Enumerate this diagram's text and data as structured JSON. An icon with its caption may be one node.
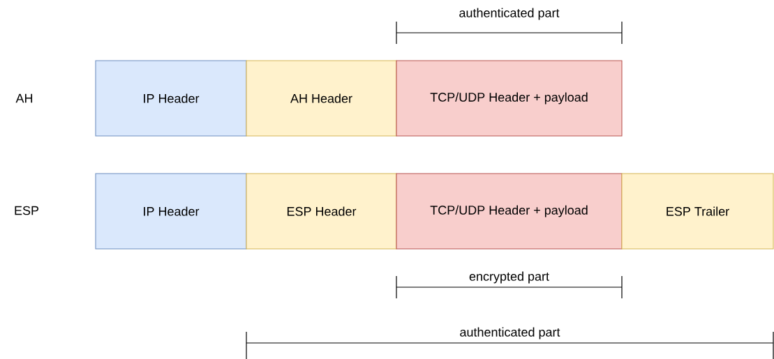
{
  "diagram": {
    "nodes": [
      {
        "text": [
          "IP Header"
        ]
      },
      {
        "text": [
          "AH Header"
        ]
      },
      {
        "text": [
          "TCP/UDP Header + payload"
        ]
      },
      {
        "text": [
          "IP Header"
        ]
      },
      {
        "text": [
          "ESP Header"
        ]
      },
      {
        "text": [
          "TCP/UDP Header + payload"
        ]
      },
      {
        "text": [
          "ESP Trailer"
        ]
      }
    ],
    "labels": [
      "authenticated part",
      "AH",
      "ESP",
      "encrypted part",
      "authenticated part"
    ]
  }
}
